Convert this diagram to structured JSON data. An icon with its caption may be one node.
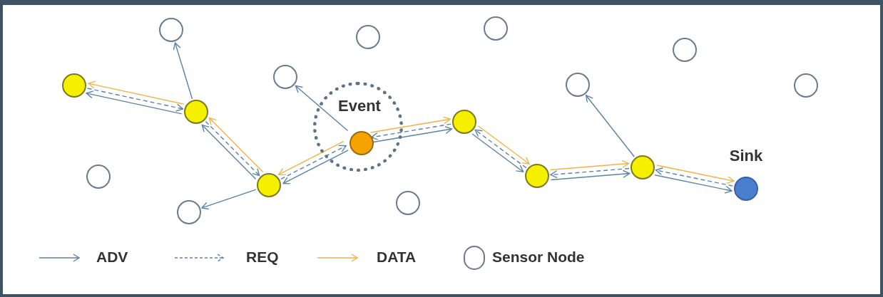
{
  "diagram": {
    "nodes": [
      {
        "text": [],
        "shape": "circle"
      },
      {
        "text": [],
        "shape": "circle"
      },
      {
        "text": [],
        "shape": "circle"
      },
      {
        "text": [],
        "shape": "circle"
      },
      {
        "text": [],
        "shape": "circle"
      },
      {
        "text": [],
        "shape": "circle"
      },
      {
        "text": [],
        "shape": "circle"
      },
      {
        "text": [
          "Event"
        ]
      },
      {
        "text": [],
        "shape": "circle",
        "in": 7
      },
      {
        "text": [],
        "shape": "circle"
      },
      {
        "text": [],
        "shape": "circle"
      },
      {
        "text": [],
        "shape": "circle"
      },
      {
        "text": [],
        "shape": "circle"
      },
      {
        "text": [],
        "shape": "circle"
      },
      {
        "text": [],
        "shape": "circle"
      },
      {
        "text": [],
        "shape": "circle"
      },
      {
        "text": [],
        "shape": "circle"
      },
      {
        "text": [
          "Sink"
        ]
      },
      {
        "text": [],
        "shape": "circle"
      }
    ],
    "edges": [
      {
        "from": 8,
        "to": 5,
        "arrow": "to"
      },
      {
        "from": 5,
        "to": 8,
        "arrow": "to",
        "style": "dashed"
      },
      {
        "from": 8,
        "to": 5,
        "arrow": "to",
        "color": "#f0b347"
      },
      {
        "from": 8,
        "to": 6,
        "arrow": "to"
      },
      {
        "from": 8,
        "to": 11,
        "arrow": "to"
      },
      {
        "from": 11,
        "to": 8,
        "arrow": "to",
        "style": "dashed"
      },
      {
        "from": 8,
        "to": 11,
        "arrow": "to",
        "color": "#f0b347"
      },
      {
        "from": 5,
        "to": 4,
        "arrow": "to"
      },
      {
        "from": 4,
        "to": 5,
        "arrow": "to",
        "style": "dashed"
      },
      {
        "from": 5,
        "to": 4,
        "arrow": "to",
        "color": "#f0b347"
      },
      {
        "from": 5,
        "to": 3,
        "arrow": "to"
      },
      {
        "from": 4,
        "to": 0,
        "arrow": "to"
      },
      {
        "from": 0,
        "to": 4,
        "arrow": "to",
        "style": "dashed"
      },
      {
        "from": 4,
        "to": 0,
        "arrow": "to",
        "color": "#f0b347"
      },
      {
        "from": 4,
        "to": 2,
        "arrow": "to"
      },
      {
        "from": 11,
        "to": 13,
        "arrow": "to"
      },
      {
        "from": 13,
        "to": 11,
        "arrow": "to",
        "style": "dashed"
      },
      {
        "from": 11,
        "to": 13,
        "arrow": "to",
        "color": "#f0b347"
      },
      {
        "from": 13,
        "to": 15,
        "arrow": "to"
      },
      {
        "from": 15,
        "to": 13,
        "arrow": "to",
        "style": "dashed"
      },
      {
        "from": 13,
        "to": 15,
        "arrow": "to",
        "color": "#f0b347"
      },
      {
        "from": 15,
        "to": 14,
        "arrow": "to"
      },
      {
        "from": 15,
        "to": 17,
        "arrow": "to"
      },
      {
        "from": 17,
        "to": 15,
        "arrow": "to",
        "style": "dashed"
      },
      {
        "from": 15,
        "to": 17,
        "arrow": "to",
        "color": "#f0b347"
      }
    ],
    "legend": [
      {
        "text": "ADV"
      },
      {
        "text": "REQ"
      },
      {
        "text": "DATA"
      },
      {
        "text": "Sensor Node"
      }
    ]
  }
}
